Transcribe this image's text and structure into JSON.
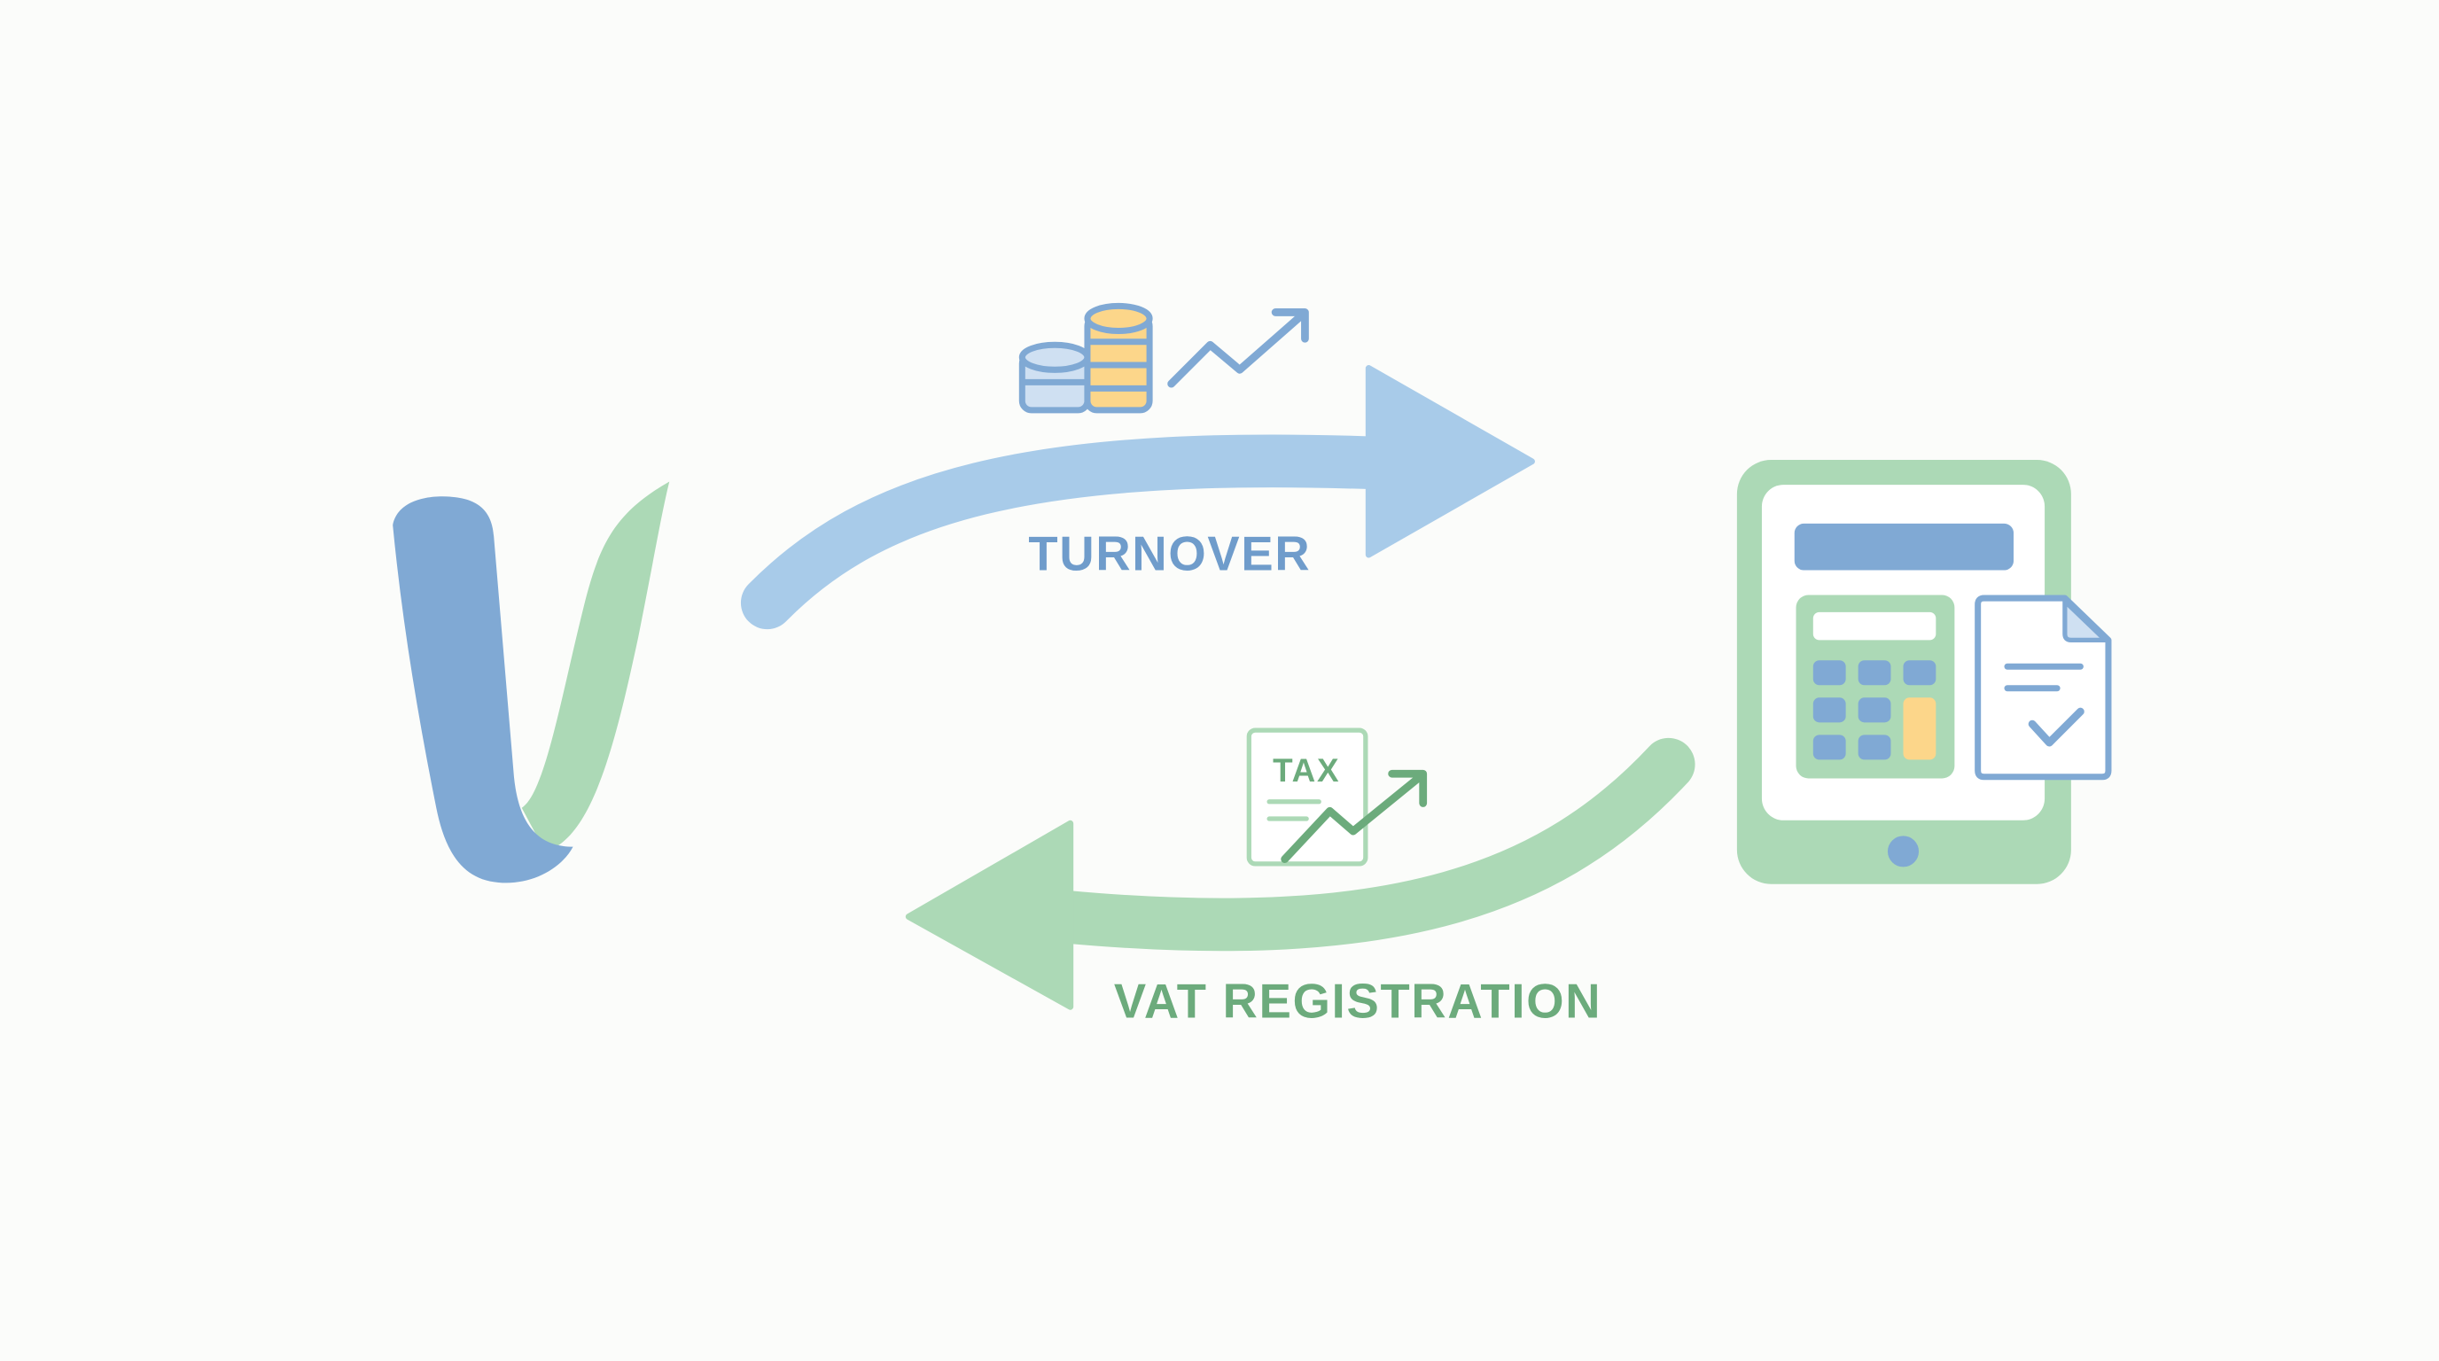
{
  "diagram": {
    "flows": [
      {
        "label": "TURNOVER",
        "direction": "right",
        "color": "#a8cbe9",
        "text_color": "#6f9ccb"
      },
      {
        "label": "VAT REGISTRATION",
        "direction": "left",
        "color": "#acd9b6",
        "text_color": "#6cab7c"
      }
    ],
    "tax_icon_text": "TAX",
    "colors": {
      "blue": "#80a9d4",
      "light_blue": "#cfe0f2",
      "green": "#acd9b6",
      "dark_green": "#6cab7c",
      "yellow": "#fcd68a"
    }
  }
}
